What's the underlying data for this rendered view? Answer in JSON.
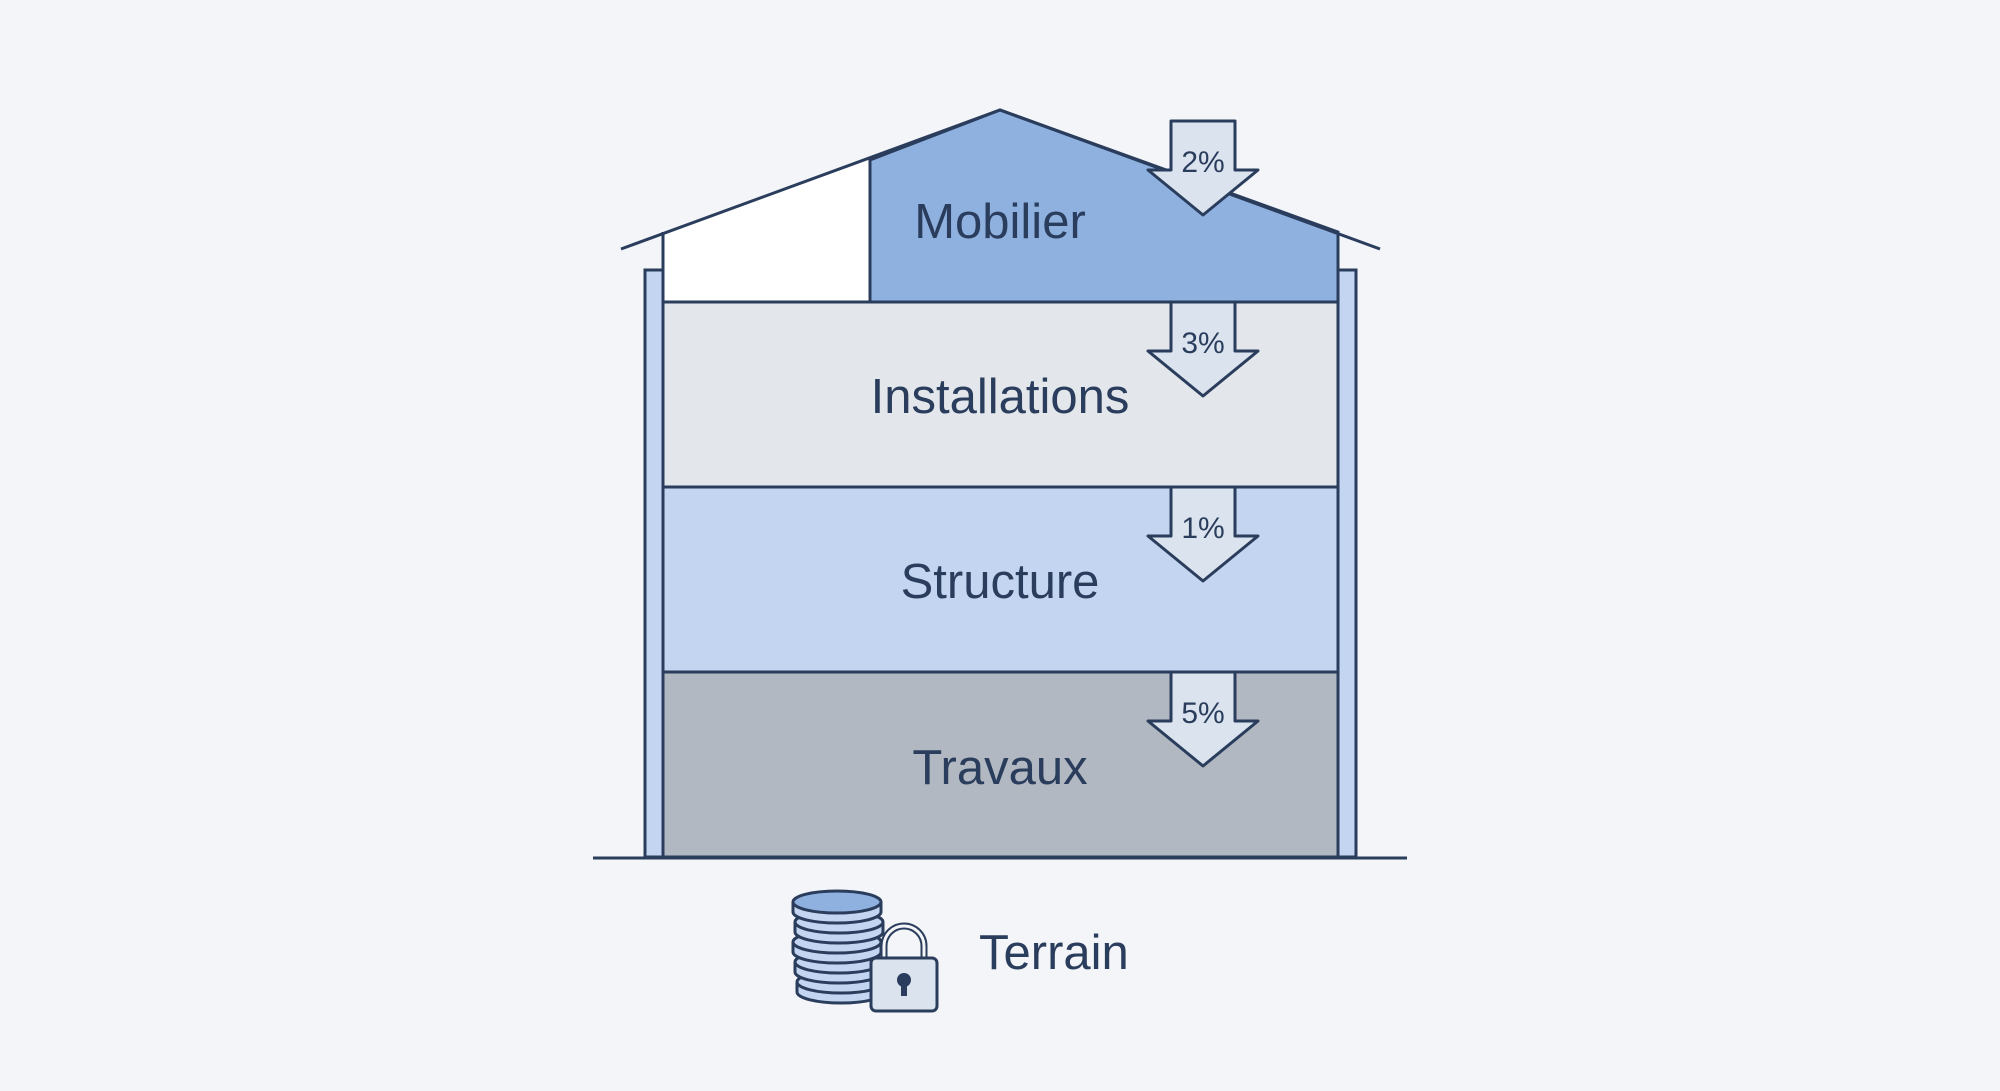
{
  "layers": [
    {
      "id": "mobilier",
      "label": "Mobilier",
      "rate": "2%",
      "fill": "#8fb1e0"
    },
    {
      "id": "installations",
      "label": "Installations",
      "rate": "3%",
      "fill": "#e3e6ea"
    },
    {
      "id": "structure",
      "label": "Structure",
      "rate": "1%",
      "fill": "#c3d5f0"
    },
    {
      "id": "travaux",
      "label": "Travaux",
      "rate": "5%",
      "fill": "#b1b8c2"
    }
  ],
  "terrain": {
    "label": "Terrain",
    "icons": [
      "coin-stack-icon",
      "padlock-icon"
    ]
  },
  "colors": {
    "outline": "#2a3d5c",
    "wall": "#c3d5f0",
    "arrow": "#dbe3ee",
    "background": "#f3f5f8"
  }
}
